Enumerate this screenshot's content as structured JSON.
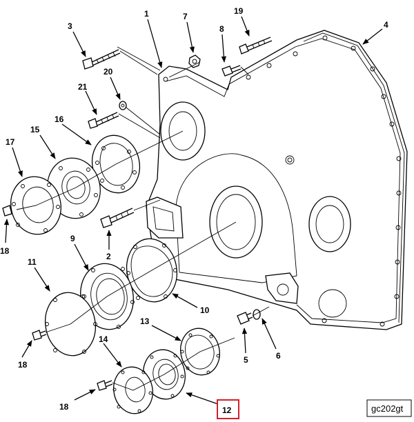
{
  "figure_id": "gc202gt",
  "highlighted_callout": "12",
  "highlight_color": "#d21f2a",
  "callouts": [
    "1",
    "2",
    "3",
    "4",
    "5",
    "6",
    "7",
    "8",
    "9",
    "10",
    "11",
    "12",
    "13",
    "14",
    "15",
    "16",
    "17",
    "18",
    "19",
    "20",
    "21"
  ],
  "repeat_callouts": {
    "18": [
      "18",
      "18",
      "18"
    ]
  }
}
